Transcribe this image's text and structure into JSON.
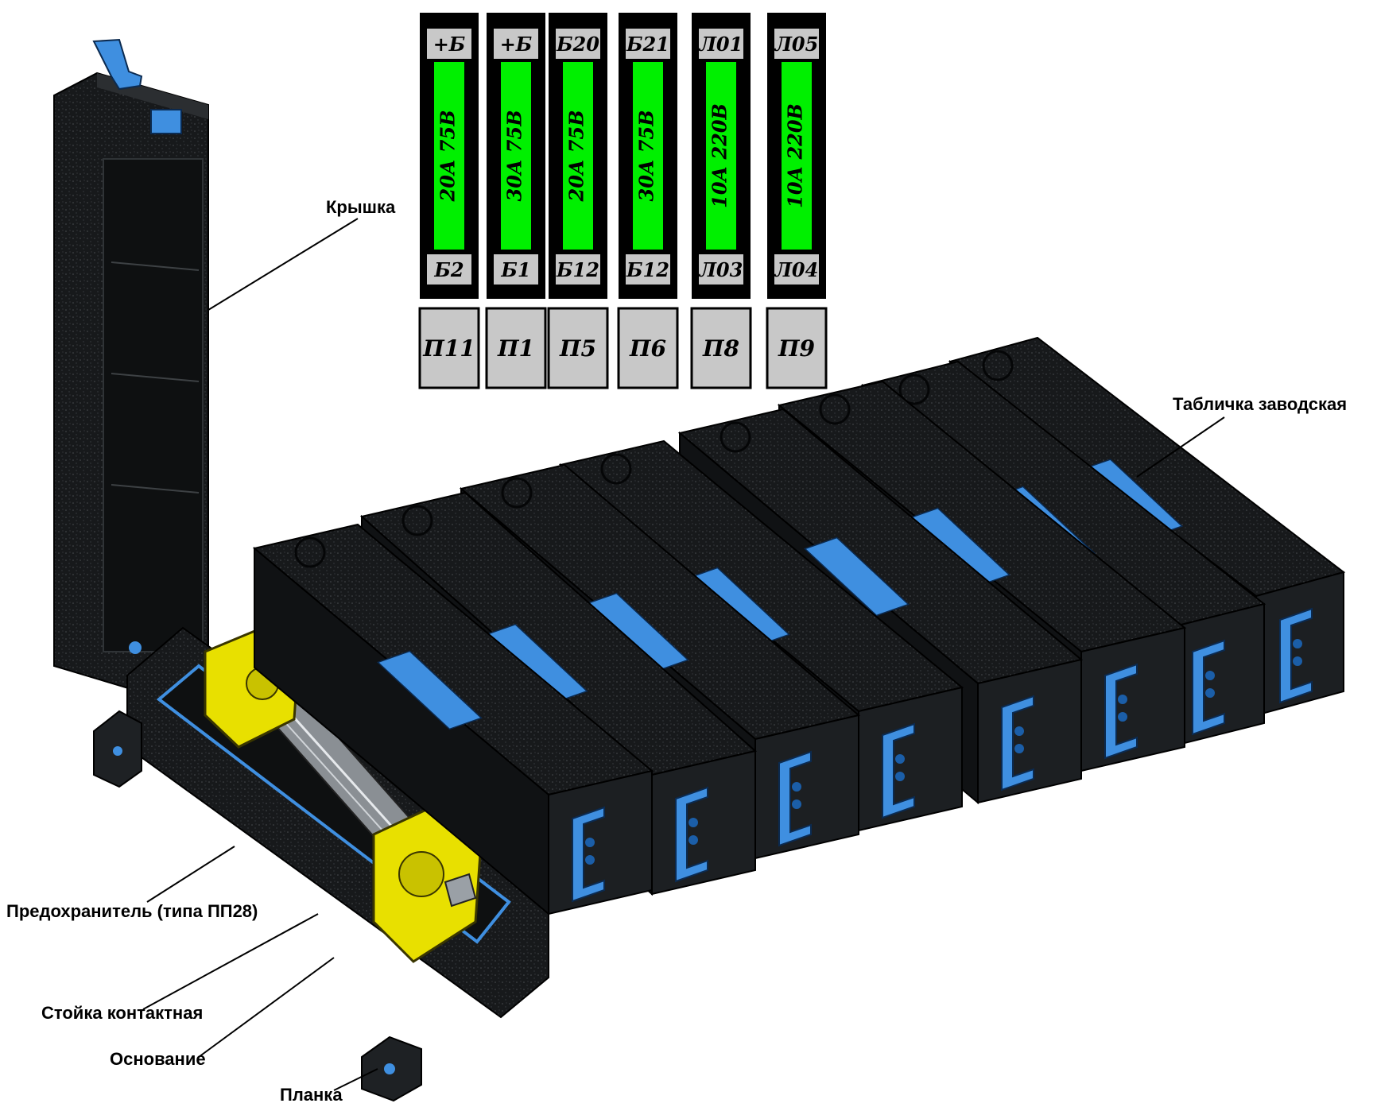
{
  "fuse_table": {
    "fuses": [
      {
        "top": "+Б",
        "rating": "20А 75В",
        "bottom": "Б2",
        "position": "П11"
      },
      {
        "top": "+Б",
        "rating": "30А 75В",
        "bottom": "Б1",
        "position": "П1"
      },
      {
        "top": "Б20",
        "rating": "20А 75В",
        "bottom": "Б12",
        "position": "П5"
      },
      {
        "top": "Б21",
        "rating": "30А 75В",
        "bottom": "Б12",
        "position": "П6"
      },
      {
        "top": "Л01",
        "rating": "10А 220В",
        "bottom": "Л03",
        "position": "П8"
      },
      {
        "top": "Л05",
        "rating": "10А 220В",
        "bottom": "Л04",
        "position": "П9"
      }
    ]
  },
  "labels": {
    "cover": "Крышка",
    "nameplate": "Табличка заводская",
    "fuse": "Предохранитель (типа ПП28)",
    "contact_post": "Стойка контактная",
    "base": "Основание",
    "strip": "Планка"
  },
  "colors": {
    "housing": "#17191b",
    "housing_edge": "#3a3d40",
    "contact_blue": "#3f8fe0",
    "nameplate_blue": "#3f8fe0",
    "fuse_yellow": "#e8e000",
    "fuse_green": "#00f000",
    "cap_gray": "#c8c8c8"
  }
}
